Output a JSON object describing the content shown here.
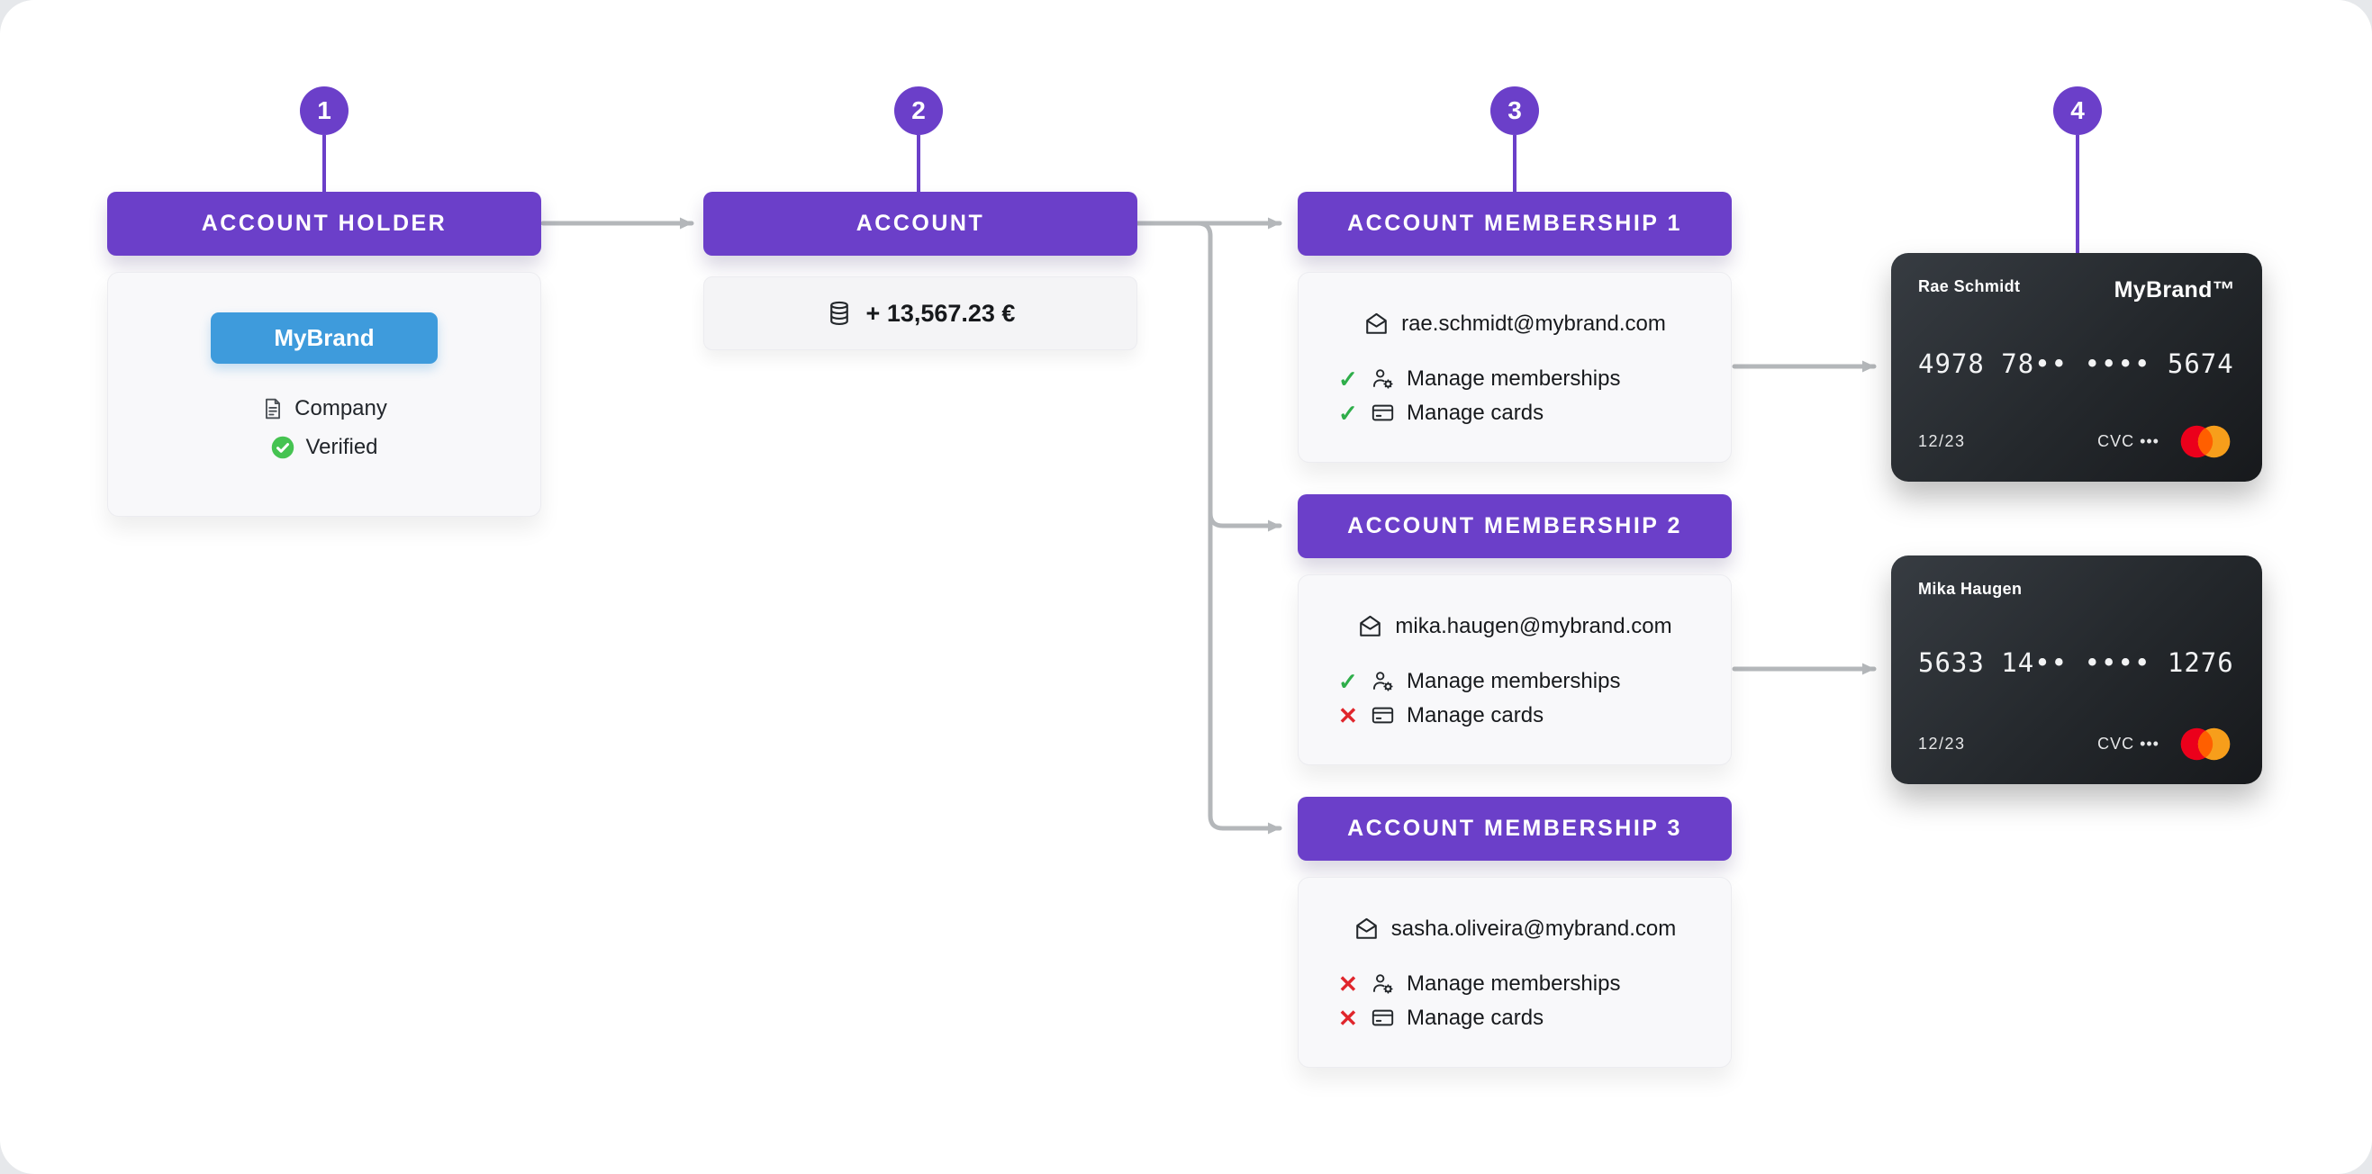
{
  "steps": [
    {
      "number": "1"
    },
    {
      "number": "2"
    },
    {
      "number": "3"
    },
    {
      "number": "4"
    }
  ],
  "account_holder": {
    "header": "ACCOUNT HOLDER",
    "brand_button": "MyBrand",
    "type_label": "Company",
    "status_label": "Verified"
  },
  "account": {
    "header": "ACCOUNT",
    "balance": "+ 13,567.23 €"
  },
  "memberships": [
    {
      "header": "ACCOUNT MEMBERSHIP 1",
      "email": "rae.schmidt@mybrand.com",
      "permissions": [
        {
          "label": "Manage memberships",
          "allowed": true,
          "mark": "✓",
          "mark_color": "#2fae4a"
        },
        {
          "label": "Manage cards",
          "allowed": true,
          "mark": "✓",
          "mark_color": "#2fae4a"
        }
      ]
    },
    {
      "header": "ACCOUNT MEMBERSHIP 2",
      "email": "mika.haugen@mybrand.com",
      "permissions": [
        {
          "label": "Manage memberships",
          "allowed": true,
          "mark": "✓",
          "mark_color": "#2fae4a"
        },
        {
          "label": "Manage cards",
          "allowed": false,
          "mark": "✕",
          "mark_color": "#e0262c"
        }
      ]
    },
    {
      "header": "ACCOUNT MEMBERSHIP 3",
      "email": "sasha.oliveira@mybrand.com",
      "permissions": [
        {
          "label": "Manage memberships",
          "allowed": false,
          "mark": "✕",
          "mark_color": "#e0262c"
        },
        {
          "label": "Manage cards",
          "allowed": false,
          "mark": "✕",
          "mark_color": "#e0262c"
        }
      ]
    }
  ],
  "payment_cards": [
    {
      "holder": "Rae Schmidt",
      "brand": "MyBrand™",
      "number": "4978 78•• •••• 5674",
      "expiry": "12/23",
      "cvc": "CVC •••"
    },
    {
      "holder": "Mika Haugen",
      "brand": "",
      "number": "5633 14•• •••• 1276",
      "expiry": "12/23",
      "cvc": "CVC •••"
    }
  ],
  "colors": {
    "purple": "#6b3fc9",
    "blue": "#3e9bdc",
    "green": "#2fae4a",
    "verified_green": "#45c351",
    "red": "#e0262c",
    "arrow_gray": "#b4b7ba",
    "mastercard_red": "#eb001b",
    "mastercard_orange": "#f79e1b",
    "mastercard_overlap": "#ff5f00"
  }
}
